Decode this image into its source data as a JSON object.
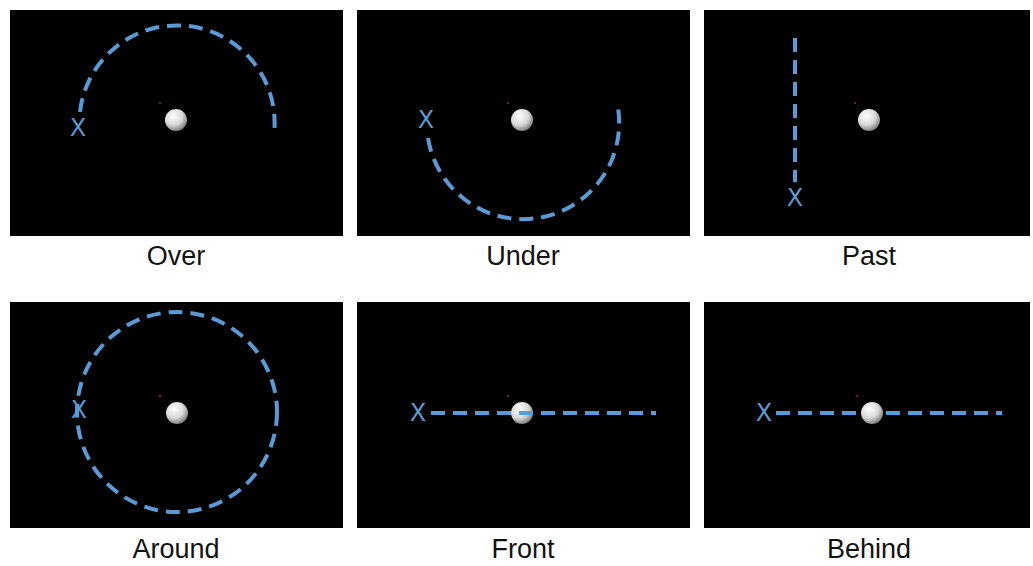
{
  "diagram": {
    "labels": [
      "X",
      "Over",
      "X",
      "Under",
      "X",
      "Past",
      "X",
      "Around",
      "X",
      "Front",
      "X",
      "Behind"
    ]
  }
}
